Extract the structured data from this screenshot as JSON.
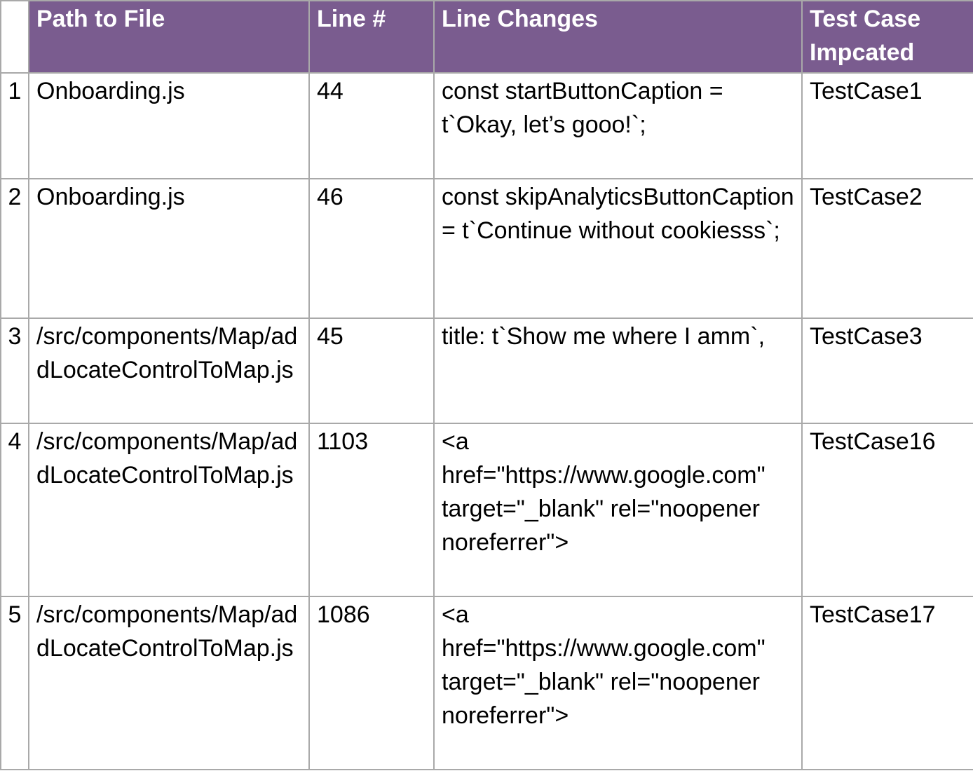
{
  "headers": {
    "path": "Path to File",
    "line": "Line #",
    "changes": "Line Changes",
    "test_case": "Test Case Impcated"
  },
  "rows": [
    {
      "num": "1",
      "path": "Onboarding.js",
      "line": "44",
      "changes": "const startButtonCaption = t`Okay, let’s gooo!`;",
      "test_case": "TestCase1"
    },
    {
      "num": "2",
      "path": "Onboarding.js",
      "line": "46",
      "changes": "const skipAnalyticsButtonCaption = t`Continue without cookiesss`;",
      "test_case": "TestCase2"
    },
    {
      "num": "3",
      "path": "/src/components/Map/addLocateControlToMap.js",
      "line": "45",
      "changes": "title: t`Show me where I amm`,",
      "test_case": "TestCase3"
    },
    {
      "num": "4",
      "path": "/src/components/Map/addLocateControlToMap.js",
      "line": "1103",
      "changes": "<a href=\"https://www.google.com\" target=\"_blank\" rel=\"noopener noreferrer\">",
      "test_case": "TestCase16"
    },
    {
      "num": "5",
      "path": "/src/components/Map/addLocateControlToMap.js",
      "line": "1086",
      "changes": "<a href=\"https://www.google.com\" target=\"_blank\" rel=\"noopener noreferrer\">",
      "test_case": "TestCase17"
    }
  ]
}
